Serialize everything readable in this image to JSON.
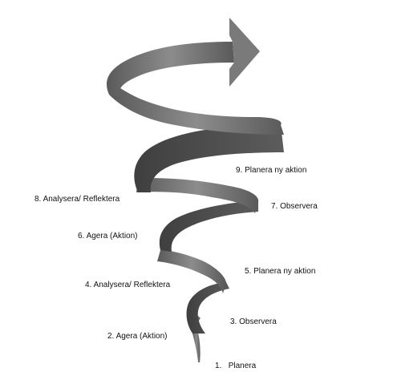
{
  "diagram": {
    "ribbon_color": "#6b6b6b",
    "ribbon_highlight": "#8a8a8a",
    "ribbon_shadow": "#4d4d4d",
    "steps": [
      {
        "number": "1.",
        "label": "Planera"
      },
      {
        "number": "2.",
        "label": "Agera (Aktion)"
      },
      {
        "number": "3.",
        "label": "Observera"
      },
      {
        "number": "4.",
        "label": "Analysera/ Reflektera"
      },
      {
        "number": "5.",
        "label": "Planera ny aktion"
      },
      {
        "number": "6.",
        "label": "Agera (Aktion)"
      },
      {
        "number": "7.",
        "label": "Observera"
      },
      {
        "number": "8.",
        "label": "Analysera/ Reflektera"
      },
      {
        "number": "9.",
        "label": "Planera ny aktion"
      }
    ]
  }
}
